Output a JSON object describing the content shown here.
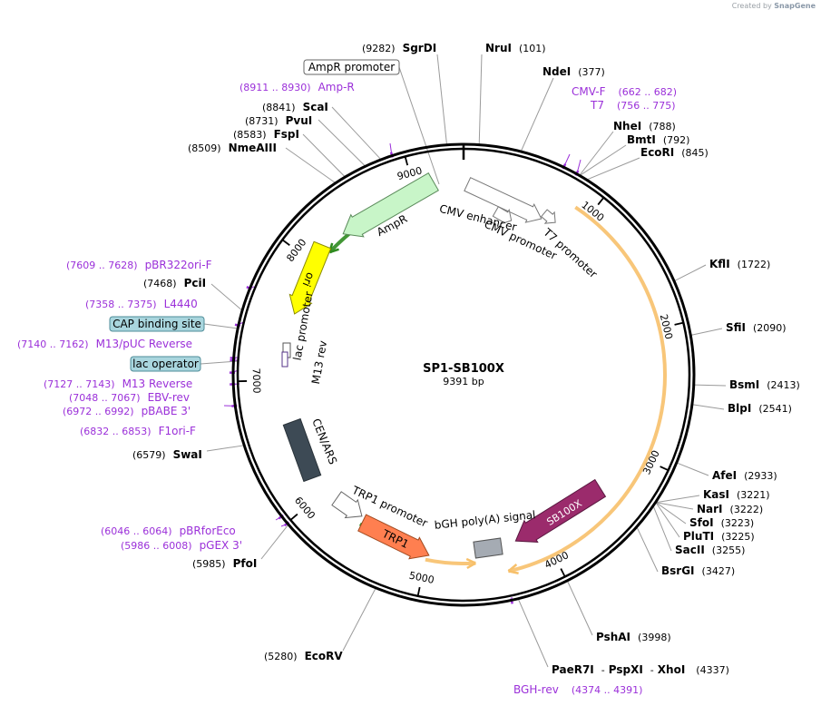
{
  "credit": {
    "prefix": "Created by",
    "brand": "SnapGene"
  },
  "plasmid": {
    "name": "SP1-SB100X",
    "length_label": "9391 bp",
    "length": 9391
  },
  "ruler": [
    {
      "pos": 1000,
      "label": "1000"
    },
    {
      "pos": 2000,
      "label": "2000"
    },
    {
      "pos": 3000,
      "label": "3000"
    },
    {
      "pos": 4000,
      "label": "4000"
    },
    {
      "pos": 5000,
      "label": "5000"
    },
    {
      "pos": 6000,
      "label": "6000"
    },
    {
      "pos": 7000,
      "label": "7000"
    },
    {
      "pos": 8000,
      "label": "8000"
    },
    {
      "pos": 9000,
      "label": "9000"
    }
  ],
  "enzymes": [
    {
      "name": "SgrDI",
      "site": 9282,
      "pos_label": "(9282)"
    },
    {
      "name": "NruI",
      "site": 101,
      "pos_label": "(101)"
    },
    {
      "name": "NdeI",
      "site": 377,
      "pos_label": "(377)"
    },
    {
      "name": "NheI",
      "site": 788,
      "pos_label": "(788)"
    },
    {
      "name": "BmtI",
      "site": 792,
      "pos_label": "(792)"
    },
    {
      "name": "EcoRI",
      "site": 845,
      "pos_label": "(845)"
    },
    {
      "name": "KflI",
      "site": 1722,
      "pos_label": "(1722)"
    },
    {
      "name": "SfiI",
      "site": 2090,
      "pos_label": "(2090)"
    },
    {
      "name": "BsmI",
      "site": 2413,
      "pos_label": "(2413)"
    },
    {
      "name": "BlpI",
      "site": 2541,
      "pos_label": "(2541)"
    },
    {
      "name": "AfeI",
      "site": 2933,
      "pos_label": "(2933)"
    },
    {
      "name": "KasI",
      "site": 3221,
      "pos_label": "(3221)"
    },
    {
      "name": "NarI",
      "site": 3222,
      "pos_label": "(3222)"
    },
    {
      "name": "SfoI",
      "site": 3223,
      "pos_label": "(3223)"
    },
    {
      "name": "PluTI",
      "site": 3225,
      "pos_label": "(3225)"
    },
    {
      "name": "SacII",
      "site": 3255,
      "pos_label": "(3255)"
    },
    {
      "name": "BsrGI",
      "site": 3427,
      "pos_label": "(3427)"
    },
    {
      "name": "PshAI",
      "site": 3998,
      "pos_label": "(3998)"
    },
    {
      "name": "EcoRV",
      "site": 5280,
      "pos_label": "(5280)"
    },
    {
      "name": "PfoI",
      "site": 5985,
      "pos_label": "(5985)"
    },
    {
      "name": "SwaI",
      "site": 6579,
      "pos_label": "(6579)"
    },
    {
      "name": "PciI",
      "site": 7468,
      "pos_label": "(7468)"
    },
    {
      "name": "NmeAIII",
      "site": 8509,
      "pos_label": "(8509)"
    },
    {
      "name": "FspI",
      "site": 8583,
      "pos_label": "(8583)"
    },
    {
      "name": "PvuI",
      "site": 8731,
      "pos_label": "(8731)"
    },
    {
      "name": "ScaI",
      "site": 8841,
      "pos_label": "(8841)"
    }
  ],
  "multi_enzyme": {
    "names": [
      "PaeR7I",
      "PspXI",
      "XhoI"
    ],
    "separator": "-",
    "site": 4337,
    "pos_label": "(4337)"
  },
  "primers": [
    {
      "name": "Amp-R",
      "range": "(8911 .. 8930)",
      "site": 8920
    },
    {
      "name": "CMV-F",
      "range": "(662 .. 682)",
      "site": 672
    },
    {
      "name": "T7",
      "range": "(756 .. 775)",
      "site": 765
    },
    {
      "name": "pBR322ori-F",
      "range": "(7609 .. 7628)",
      "site": 7618
    },
    {
      "name": "L4440",
      "range": "(7358 .. 7375)",
      "site": 7366
    },
    {
      "name": "M13/pUC Reverse",
      "range": "(7140 .. 7162)",
      "site": 7151
    },
    {
      "name": "M13 Reverse",
      "range": "(7127 .. 7143)",
      "site": 7135
    },
    {
      "name": "EBV-rev",
      "range": "(7048 .. 7067)",
      "site": 7057
    },
    {
      "name": "pBABE 3'",
      "range": "(6972 .. 6992)",
      "site": 6982
    },
    {
      "name": "F1ori-F",
      "range": "(6832 .. 6853)",
      "site": 6842
    },
    {
      "name": "pBRforEco",
      "range": "(6046 .. 6064)",
      "site": 6055
    },
    {
      "name": "pGEX 3'",
      "range": "(5986 .. 6008)",
      "site": 5997
    },
    {
      "name": "BGH-rev",
      "range": "(4374 .. 4391)",
      "site": 4382
    }
  ],
  "boxed_labels": {
    "ampr_promoter": "AmpR promoter",
    "cap_site": "CAP binding site",
    "lac_operator": "lac operator"
  },
  "features": [
    {
      "label": "AmpR",
      "color": "#c8f5c8",
      "start": 8020,
      "end": 8870
    },
    {
      "label": "ori",
      "color": "#ffff00",
      "start": 7570,
      "end": 7990
    },
    {
      "label": "CMV enhancer",
      "color": "#ffffff",
      "start": 200,
      "end": 580
    },
    {
      "label": "CMV promoter",
      "color": "#ffffff",
      "start": 580,
      "end": 785
    },
    {
      "label": "T7 promoter",
      "color": "#ffffff",
      "start": 790,
      "end": 809
    },
    {
      "label": "lac promoter",
      "color": "#ffffff",
      "start": 7240,
      "end": 7270
    },
    {
      "label": "M13 rev",
      "color": "#ffffff",
      "start": 7127,
      "end": 7143
    },
    {
      "label": "CEN/ARS",
      "color": "#3d4a55",
      "start": 6150,
      "end": 6650
    },
    {
      "label": "TRP1 promoter",
      "color": "#ffffff",
      "start": 5630,
      "end": 5780
    },
    {
      "label": "TRP1",
      "color": "#ff7f50",
      "start": 5300,
      "end": 5630
    },
    {
      "label": "bGH poly(A) signal",
      "color": "#a5abb3",
      "start": 4600,
      "end": 4730
    },
    {
      "label": "SB100X",
      "color": "#9b2b6c",
      "start": 3750,
      "end": 4350
    }
  ],
  "orfs": [
    {
      "start": 880,
      "end": 4360,
      "color": "#f7c06a",
      "dir": "cw",
      "radius": 222
    },
    {
      "start": 4600,
      "end": 5000,
      "color": "#f7c06a",
      "dir": "ccw",
      "radius": 208
    },
    {
      "start": 8150,
      "end": 8880,
      "color": "#2e8b1f",
      "dir": "ccw",
      "radius": 200
    },
    {
      "start": 5250,
      "end": 5600,
      "color": "#2e8b1f",
      "dir": "cw",
      "radius": 200
    }
  ]
}
